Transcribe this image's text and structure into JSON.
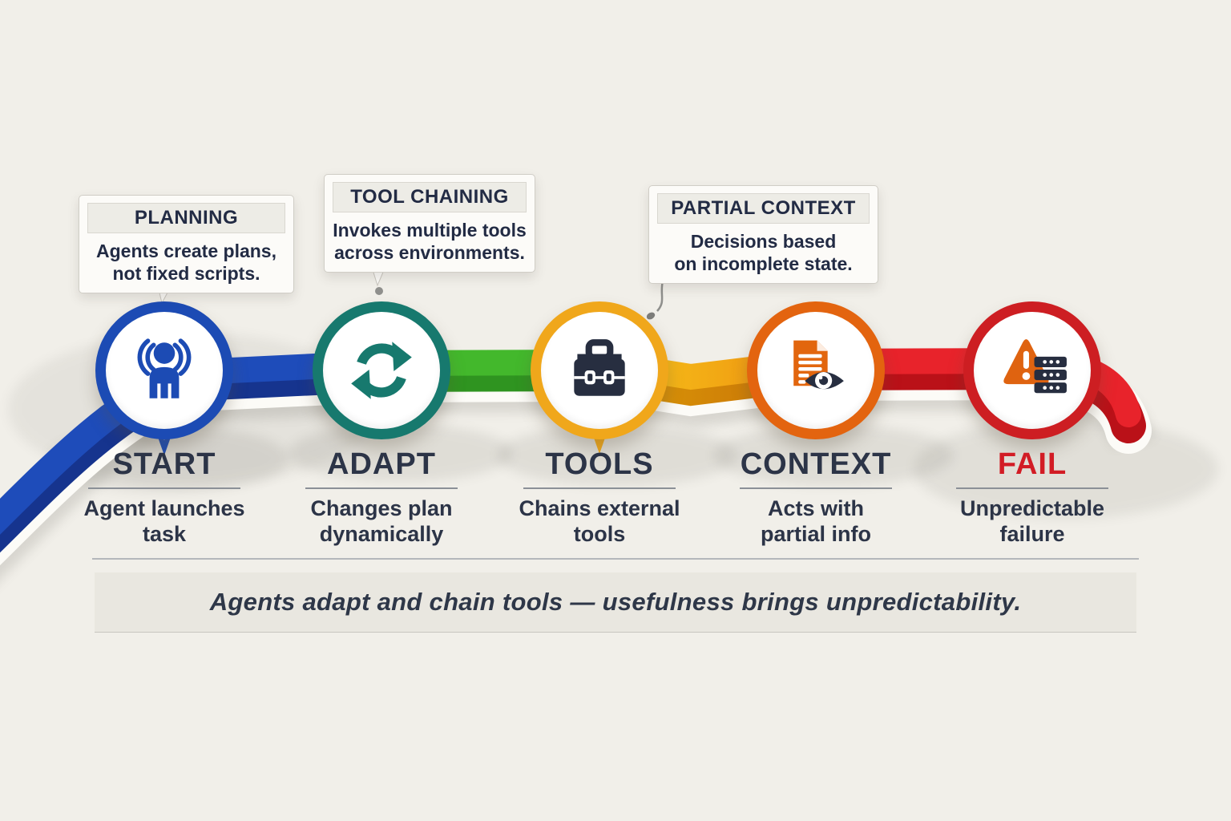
{
  "stages": [
    {
      "id": "start",
      "label": "START",
      "sub_line1": "Agent launches",
      "sub_line2": "task",
      "icon": "broadcast-person-icon",
      "color": "#1c4bb4"
    },
    {
      "id": "adapt",
      "label": "ADAPT",
      "sub_line1": "Changes plan",
      "sub_line2": "dynamically",
      "icon": "sync-arrows-icon",
      "color": "#17796e"
    },
    {
      "id": "tools",
      "label": "TOOLS",
      "sub_line1": "Chains external",
      "sub_line2": "tools",
      "icon": "briefcase-icon",
      "color": "#f0a71b"
    },
    {
      "id": "context",
      "label": "CONTEXT",
      "sub_line1": "Acts with",
      "sub_line2": "partial info",
      "icon": "document-eye-icon",
      "color": "#e3640f"
    },
    {
      "id": "fail",
      "label": "FAIL",
      "sub_line1": "Unpredictable",
      "sub_line2": "failure",
      "icon": "warning-server-icon",
      "color": "#cd1e22",
      "label_color": "#d21c25"
    }
  ],
  "callouts": [
    {
      "title": "PLANNING",
      "body_line1": "Agents create plans,",
      "body_line2": "not fixed scripts.",
      "points_to": "start"
    },
    {
      "title": "TOOL CHAINING",
      "body_line1": "Invokes multiple tools",
      "body_line2": "across environments.",
      "points_to": "adapt"
    },
    {
      "title": "PARTIAL CONTEXT",
      "body_line1": "Decisions based",
      "body_line2": "on incomplete state.",
      "points_to": "tools"
    }
  ],
  "banner": {
    "text": "Agents adapt and chain tools — usefulness brings unpredictability."
  },
  "path_colors": {
    "segment_start_adapt": "#1e4cba",
    "segment_adapt_tools": "#43b82c",
    "segment_tools_context": "#f2b018",
    "segment_context_fail": "#e8232b"
  }
}
